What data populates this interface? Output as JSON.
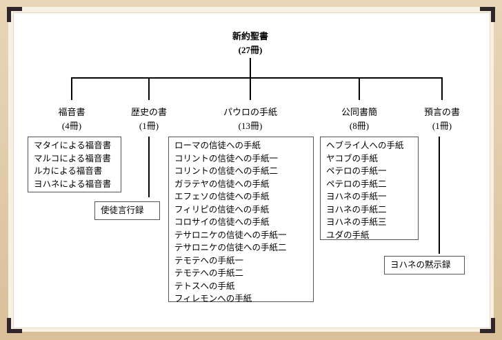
{
  "root": {
    "title": "新約聖書",
    "count": "(27冊)"
  },
  "categories": [
    {
      "name": "福音書",
      "count": "(4冊)",
      "books": [
        "マタイによる福音書",
        "マルコによる福音書",
        "ルカによる福音書",
        "ヨハネによる福音書"
      ]
    },
    {
      "name": "歴史の書",
      "count": "(1冊)",
      "books": [
        "使徒言行録"
      ]
    },
    {
      "name": "パウロの手紙",
      "count": "(13冊)",
      "books": [
        "ローマの信徒への手紙",
        "コリントの信徒への手紙一",
        "コリントの信徒への手紙二",
        "ガラテヤの信徒への手紙",
        "エフェソの信徒への手紙",
        "フィリピの信徒への手紙",
        "コロサイの信徒への手紙",
        "テサロニケの信徒への手紙一",
        "テサロニケの信徒への手紙二",
        "テモテへの手紙一",
        "テモテへの手紙二",
        "テトスへの手紙",
        "フィレモンへの手紙"
      ]
    },
    {
      "name": "公同書簡",
      "count": "(8冊)",
      "books": [
        "ヘブライ人への手紙",
        "ヤコブの手紙",
        "ペテロの手紙一",
        "ペテロの手紙二",
        "ヨハネの手紙一",
        "ヨハネの手紙二",
        "ヨハネの手紙三",
        "ユダの手紙"
      ]
    },
    {
      "name": "預言の書",
      "count": "(1冊)",
      "books": [
        "ヨハネの黙示録"
      ]
    }
  ]
}
